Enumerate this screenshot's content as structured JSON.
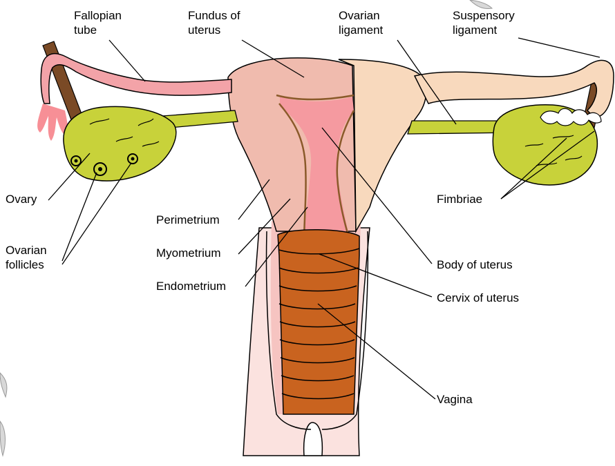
{
  "labels": {
    "fallopian_tube": "Fallopian\ntube",
    "fundus_of_uterus": "Fundus of\nuterus",
    "ovarian_ligament": "Ovarian\nligament",
    "suspensory_ligament": "Suspensory\nligament",
    "ovary": "Ovary",
    "ovarian_follicles": "Ovarian\nfollicles",
    "perimetrium": "Perimetrium",
    "myometrium": "Myometrium",
    "endometrium": "Endometrium",
    "fimbriae": "Fimbriae",
    "body_of_uterus": "Body of uterus",
    "cervix_of_uterus": "Cervix of uterus",
    "vagina": "Vagina"
  },
  "colors": {
    "ovary": "#c8d23a",
    "perimetrium": "#f1c4b4",
    "myometrium": "#eeb2a6",
    "endometrium": "#f59aa0",
    "right_side": "#f8d9bd",
    "vagina": "#c9631f",
    "outline": "#8a5a2a",
    "ligament_brown": "#7a4a26",
    "fimbriae_pink": "#f78f96"
  }
}
